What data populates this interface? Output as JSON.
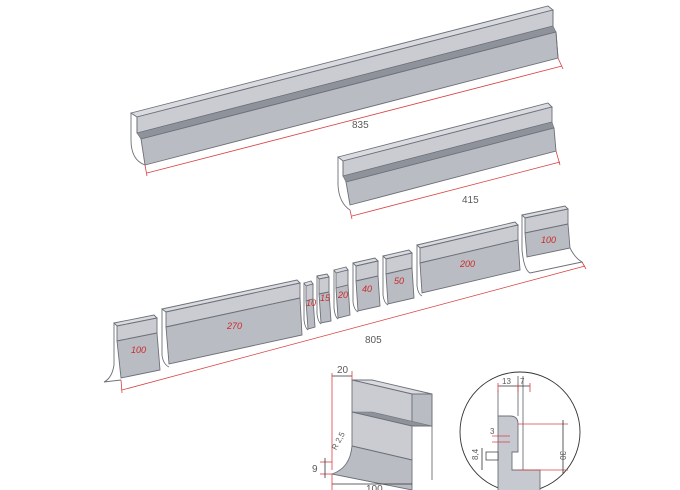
{
  "dimensions": {
    "top_bar_length": "835",
    "middle_bar_length": "415",
    "sectioned_total_length": "805",
    "segments": [
      "100",
      "270",
      "10",
      "15",
      "20",
      "40",
      "50",
      "200",
      "100"
    ]
  },
  "profile_detail": {
    "top_width": "20",
    "radius": "R 2,5",
    "height_small": "9",
    "bottom_width": "100"
  },
  "circle_detail": {
    "dim_13": "13",
    "dim_7": "7",
    "dim_3": "3",
    "dim_8_4": "8,4",
    "dim_30": "30"
  },
  "colors": {
    "dimension_line": "#d94040",
    "steel_face": "#b9bcc3",
    "steel_top": "#d9dbe0",
    "outline": "#6d7078"
  }
}
